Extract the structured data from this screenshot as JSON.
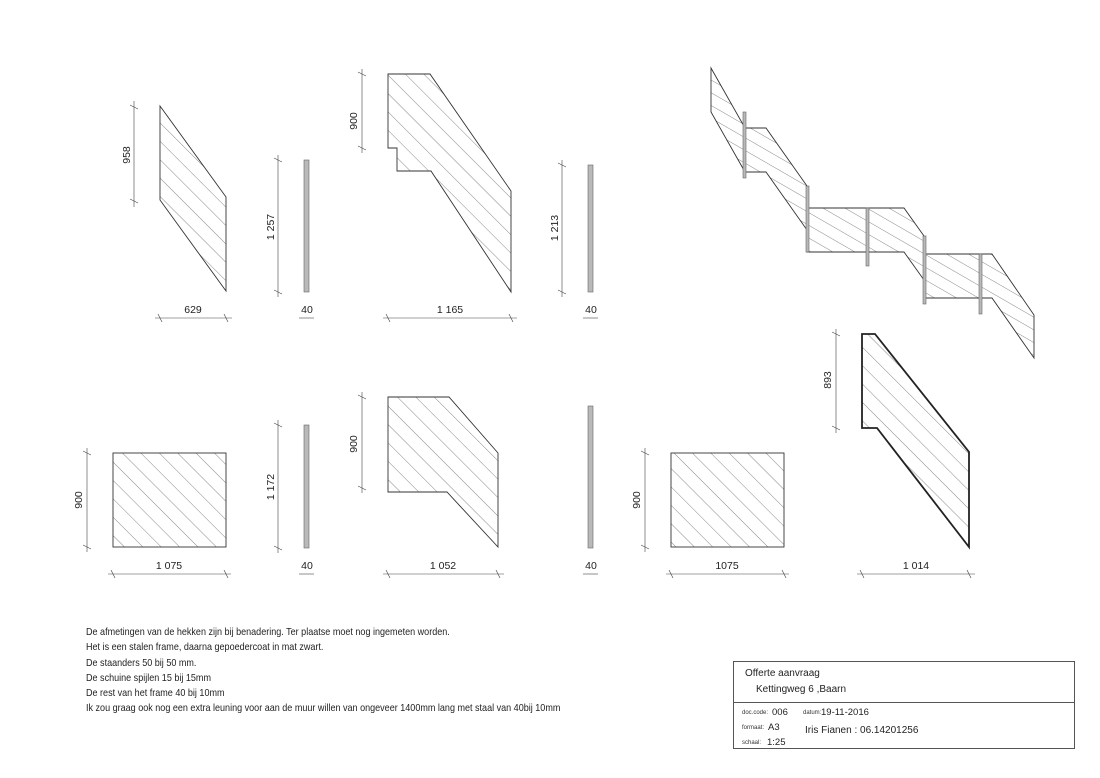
{
  "dimensions": {
    "top_row": {
      "gate1_height": "958",
      "gate1_width": "629",
      "post1_height": "1 257",
      "post1_width": "40",
      "gate2_height": "900",
      "gate2_width": "1 165",
      "post2_height": "1 213",
      "post2_width": "40"
    },
    "bottom_row": {
      "gate3_height": "900",
      "gate3_width": "1 075",
      "post3_height": "1 172",
      "post3_width": "40",
      "gate4_height": "900",
      "gate4_width": "1 052",
      "post4_width": "40",
      "gate5_height": "900",
      "gate5_width": "1075",
      "gate6_height": "893",
      "gate6_width": "1 014"
    }
  },
  "notes": [
    "De afmetingen van de hekken zijn bij benadering. Ter plaatse moet nog ingemeten worden.",
    "Het is een stalen frame, daarna gepoedercoat in mat zwart.",
    "De staanders 50 bij 50 mm.",
    "De schuine spijlen 15 bij 15mm",
    "De rest van het frame 40 bij 10mm",
    "Ik zou graag ook nog een extra leuning voor aan de muur willen van ongeveer 1400mm lang met staal van 40bij 10mm"
  ],
  "title_block": {
    "title": "Offerte aanvraag",
    "address": "Kettingweg 6 ,Baarn",
    "doc_code_label": "doc.code:",
    "doc_code": "006",
    "datum_label": "datum:",
    "datum": "19-11-2016",
    "formaat_label": "formaat:",
    "formaat": "A3",
    "schaal_label": "schaal:",
    "schaal": "1:25",
    "author": "Iris Fianen : 06.14201256"
  },
  "colors": {
    "line": "#333333",
    "post_fill": "#b9b9b9"
  }
}
